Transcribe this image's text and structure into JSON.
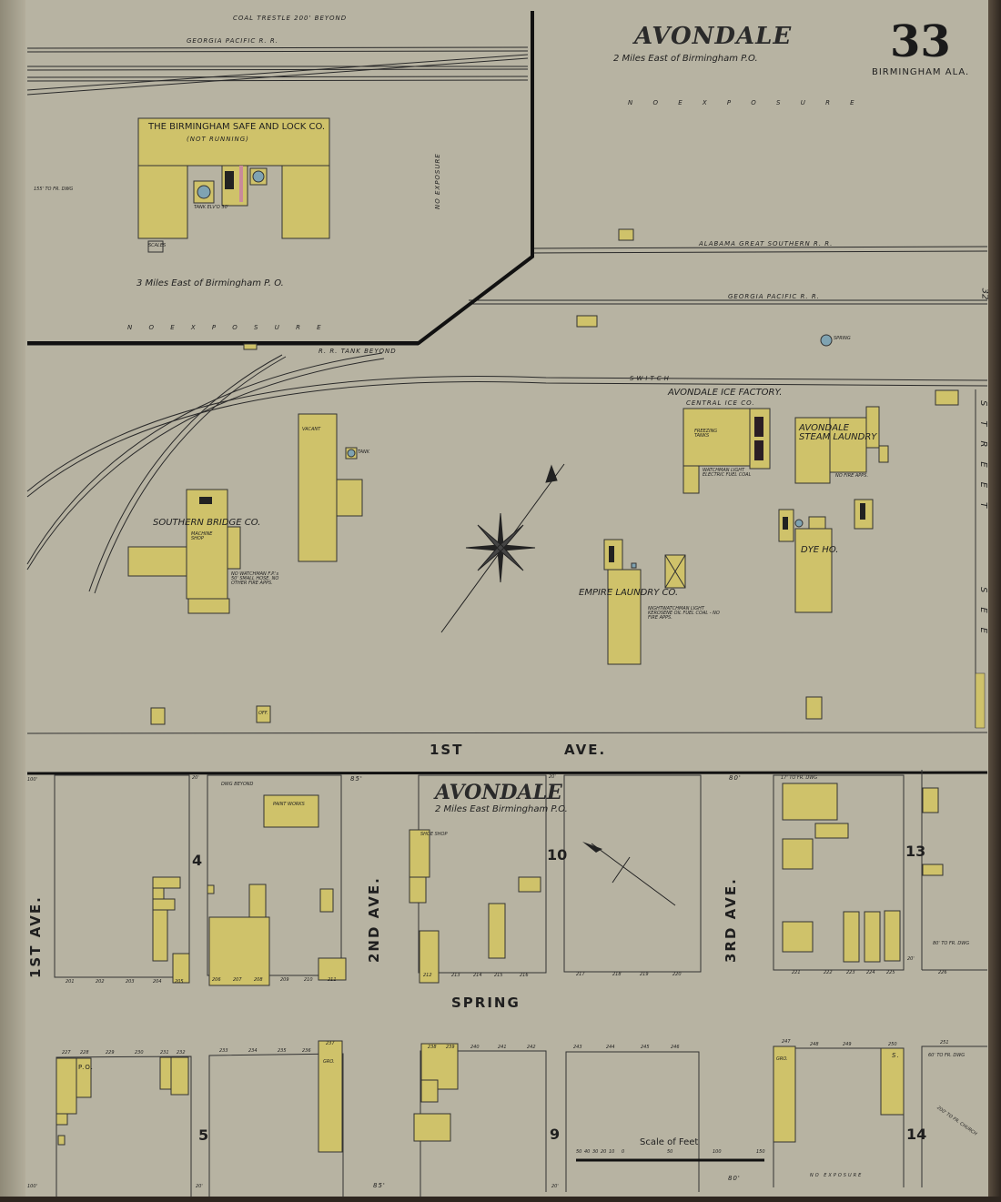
{
  "header": {
    "place": "AVONDALE",
    "distance": "2 Miles East of Birmingham P.O.",
    "sheet_number": "33",
    "city": "BIRMINGHAM ALA.",
    "adjoining_sheet": "32"
  },
  "colors": {
    "paper": "#b7b3a2",
    "frame_building": "#cfc26a",
    "water": "#7fa3b2",
    "brick": "#c98a9a",
    "ink": "#1f1f1f"
  },
  "top_left_section": {
    "note_trestle": "COAL TRESTLE 200' BEYOND",
    "railroad": "GEORGIA PACIFIC R. R.",
    "company": "THE BIRMINGHAM SAFE AND LOCK CO.",
    "status": "(NOT RUNNING)",
    "tank": "TANK ELV'D 30'",
    "scales": "SCALES",
    "distance_note": "155' TO FR. DWG",
    "location": "3 Miles East of Birmingham P. O.",
    "exposure": "N O   E X P O S U R E",
    "vertical_exposure": "NO EXPOSURE",
    "tank_beyond": "R. R. TANK BEYOND"
  },
  "top_right_section": {
    "exposure": "N O   E X P O S U R E",
    "railroad_1": "ALABAMA GREAT SOUTHERN R. R.",
    "railroad_2": "GEORGIA PACIFIC R. R.",
    "spring": "SPRING",
    "switch": "SWITCH"
  },
  "middle_section": {
    "ice_factory": "AVONDALE ICE FACTORY.",
    "ice_company": "CENTRAL ICE CO.",
    "freezing_tanks": "FREEZING TANKS",
    "ice_notes": "WATCHMAN LIGHT ELECTRIC FUEL COAL",
    "laundry": "AVONDALE STEAM LAUNDRY",
    "laundry_note": "NO FIRE APPS.",
    "dye_house": "DYE HO.",
    "empire": "EMPIRE LAUNDRY CO.",
    "empire_notes": "NIGHTWATCHMAN LIGHT KEROSENE OIL FUEL COAL - NO FIRE APPS.",
    "bridge": "SOUTHERN BRIDGE CO.",
    "machine_shop": "MACHINE SHOP",
    "bridge_notes": "NO WATCHMAN F.P.'s 50' SMALL HOSE. NO OTHER FIRE APPS.",
    "vacant": "VACANT",
    "tank": "TANK",
    "office": "OFF.",
    "side_street": "STREET",
    "side_street_2": "SEE"
  },
  "streets": {
    "first_ave_1": "1ST",
    "first_ave_2": "AVE.",
    "spring": "SPRING",
    "first_ave_vertical": "1ST AVE.",
    "second_ave": "2ND AVE.",
    "third_ave": "3RD AVE."
  },
  "lower_section": {
    "place": "AVONDALE",
    "distance": "2 Miles East Birmingham P.O.",
    "paint_works": "PAINT WORKS",
    "dwg_beyond": "DWG BEYOND",
    "shoe_shop": "SHOE SHOP",
    "fr_dwg_note_1": "17' TO FR. DWG",
    "fr_dwg_note_2": "80' TO FR. DWG",
    "fr_dwg_note_3": "60' TO FR. DWG",
    "church_note": "200' TO FR. CHURCH",
    "po": "P.O.",
    "gro_1": "GRO.",
    "gro_2": "GRO.",
    "s": "S.",
    "exposure": "NO EXPOSURE",
    "blocks": [
      "4",
      "10",
      "13",
      "5",
      "9",
      "14"
    ],
    "dims": [
      "100'",
      "20'",
      "85'",
      "20'",
      "80'",
      "20'",
      "100'",
      "20'",
      "85'",
      "20'",
      "80'"
    ],
    "addresses_row1": [
      "201",
      "202",
      "203",
      "204",
      "205",
      "206",
      "207",
      "208",
      "209",
      "210",
      "211",
      "212",
      "213",
      "214",
      "215",
      "216",
      "217",
      "218",
      "219",
      "220",
      "221",
      "222",
      "223",
      "224",
      "225",
      "226"
    ],
    "addresses_row2": [
      "227",
      "228",
      "229",
      "230",
      "231",
      "232",
      "233",
      "234",
      "235",
      "236",
      "237",
      "238",
      "239",
      "240",
      "241",
      "242",
      "243",
      "244",
      "245",
      "246",
      "247",
      "248",
      "249",
      "250",
      "251"
    ]
  },
  "scale": {
    "label": "Scale of Feet",
    "ticks": [
      "50",
      "40",
      "30",
      "20",
      "10",
      "0",
      "50",
      "100",
      "150"
    ]
  }
}
